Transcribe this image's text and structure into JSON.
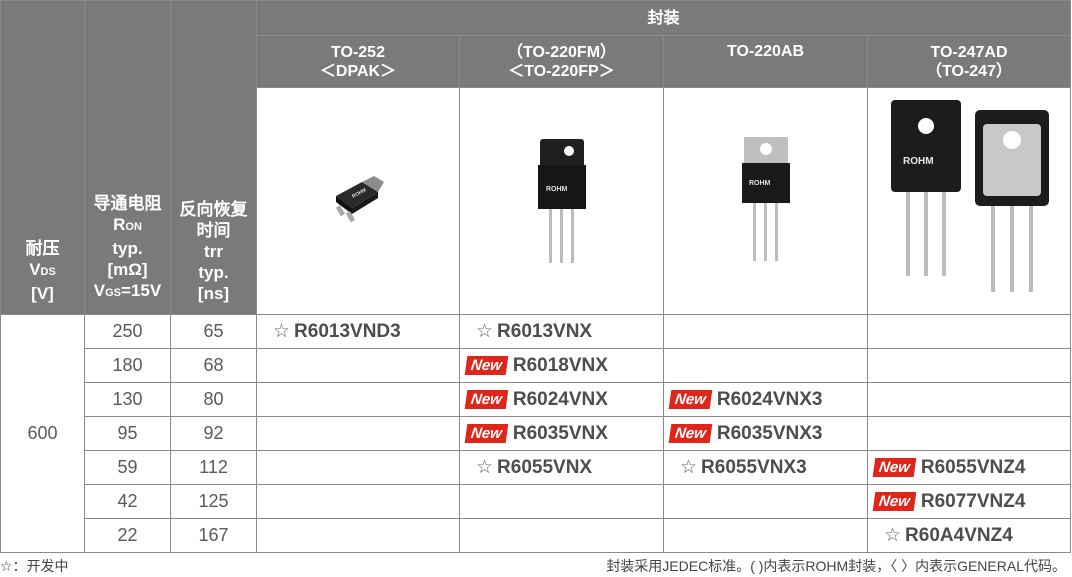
{
  "header": {
    "package_group": "封装",
    "voltage": {
      "name": "耐压",
      "symbol": "V",
      "sub": "DS",
      "unit": "[V]"
    },
    "ron": {
      "name": "导通电阻",
      "symbol": "R",
      "sub": "ON",
      "typ": "typ.",
      "unit": "[mΩ]",
      "cond_symbol": "V",
      "cond_sub": "GS",
      "cond_val": "=15V"
    },
    "trr": {
      "name1": "反向恢复",
      "name2": "时间",
      "symbol": "trr",
      "typ": "typ.",
      "unit": "[ns]"
    },
    "packages": [
      {
        "line1": "TO-252",
        "line2": "＜DPAK＞"
      },
      {
        "line1": "（TO-220FM）",
        "line2": "＜TO-220FP＞"
      },
      {
        "line1": "TO-220AB",
        "line2": ""
      },
      {
        "line1": "TO-247AD",
        "line2": "（TO-247）"
      }
    ]
  },
  "brand_label": "ROHM",
  "voltage_value": "600",
  "new_badge": "New",
  "star_symbol": "☆",
  "rows": [
    {
      "ron": "250",
      "trr": "65",
      "p1": {
        "mark": "star",
        "name": "R6013VND3"
      },
      "p2": {
        "mark": "star",
        "name": "R6013VNX"
      }
    },
    {
      "ron": "180",
      "trr": "68",
      "p2": {
        "mark": "new",
        "name": "R6018VNX"
      }
    },
    {
      "ron": "130",
      "trr": "80",
      "p2": {
        "mark": "new",
        "name": "R6024VNX"
      },
      "p3": {
        "mark": "new",
        "name": "R6024VNX3"
      }
    },
    {
      "ron": "95",
      "trr": "92",
      "p2": {
        "mark": "new",
        "name": "R6035VNX"
      },
      "p3": {
        "mark": "new",
        "name": "R6035VNX3"
      }
    },
    {
      "ron": "59",
      "trr": "112",
      "p2": {
        "mark": "star",
        "name": "R6055VNX"
      },
      "p3": {
        "mark": "star",
        "name": "R6055VNX3"
      },
      "p4": {
        "mark": "new",
        "name": "R6055VNZ4"
      }
    },
    {
      "ron": "42",
      "trr": "125",
      "p4": {
        "mark": "new",
        "name": "R6077VNZ4"
      }
    },
    {
      "ron": "22",
      "trr": "167",
      "p4": {
        "mark": "star",
        "name": "R60A4VNZ4"
      }
    }
  ],
  "footer": {
    "left": "☆：开发中",
    "right": "封装采用JEDEC标准。( )内表示ROHM封装，〈 〉内表示GENERAL代码。"
  },
  "colors": {
    "header_bg": "#7a7a7a",
    "new_badge": "#e0261a",
    "border": "#8a8a8a"
  },
  "icons": [
    "to252-package-image",
    "to220fm-package-image",
    "to220ab-package-image",
    "to247-package-image"
  ]
}
